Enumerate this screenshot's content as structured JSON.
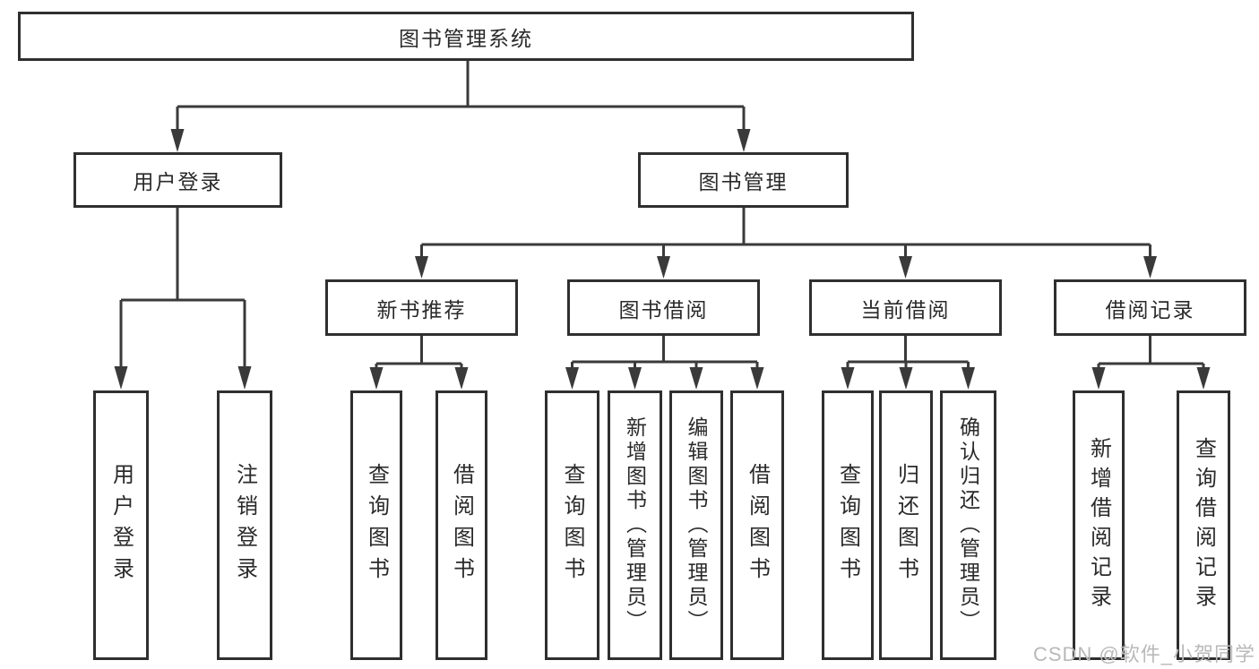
{
  "nodes": {
    "root": "图书管理系统",
    "user_login": "用户登录",
    "book_mgmt": "图书管理",
    "new_rec": "新书推荐",
    "book_borrow": "图书借阅",
    "current_borrow": "当前借阅",
    "borrow_records": "借阅记录"
  },
  "leaves": [
    {
      "label": "用户登录",
      "parent": "用户登录"
    },
    {
      "label": "注销登录",
      "parent": "用户登录"
    },
    {
      "label": "查询图书",
      "parent": "新书推荐"
    },
    {
      "label": "借阅图书",
      "parent": "新书推荐"
    },
    {
      "label": "查询图书",
      "parent": "图书借阅"
    },
    {
      "label": "新增图书（管理员）",
      "parent": "图书借阅"
    },
    {
      "label": "编辑图书（管理员）",
      "parent": "图书借阅"
    },
    {
      "label": "借阅图书",
      "parent": "图书借阅"
    },
    {
      "label": "查询图书",
      "parent": "当前借阅"
    },
    {
      "label": "归还图书",
      "parent": "当前借阅"
    },
    {
      "label": "确认归还（管理员）",
      "parent": "当前借阅"
    },
    {
      "label": "新增借阅记录",
      "parent": "借阅记录"
    },
    {
      "label": "查询借阅记录",
      "parent": "借阅记录"
    }
  ],
  "watermark": "CSDN @软件_小贺同学",
  "colors": {
    "line": "#3a3a3a",
    "box_border": "#2f2f2f",
    "text": "#2a2a2a",
    "watermark": "#b9b9b9",
    "background": "#ffffff"
  }
}
